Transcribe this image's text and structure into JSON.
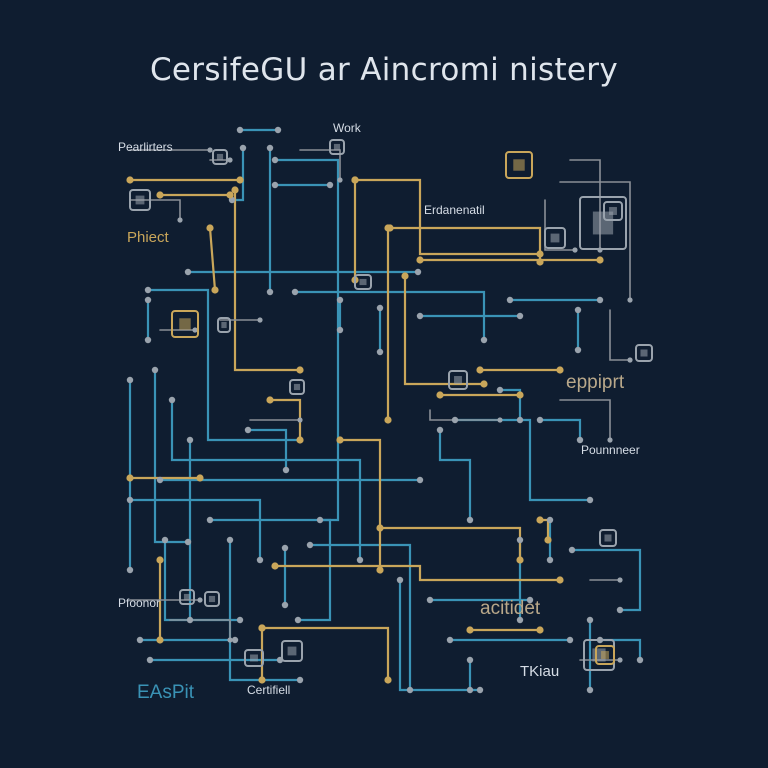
{
  "title": "CersifeGU ar Aincromi nistery",
  "colors": {
    "background": "#0f1d30",
    "blue_wire": "#3a93b6",
    "gold_wire": "#c9a65a",
    "node": "#9aa3ad",
    "text": "#dfe5ec"
  },
  "labels": {
    "work": "Work",
    "pearlinters": "Pearlirters",
    "phiect": "Phiect",
    "erdanenatil": "Erdanenatil",
    "eppiprt": "eppiprt",
    "pounnneer": "Pounnneer",
    "pfoonor": "Pfoonor",
    "acitidet": "acitidet",
    "tkiau": "TKiau",
    "certifiell": "Certifiell",
    "easpit": "EAsPit"
  }
}
